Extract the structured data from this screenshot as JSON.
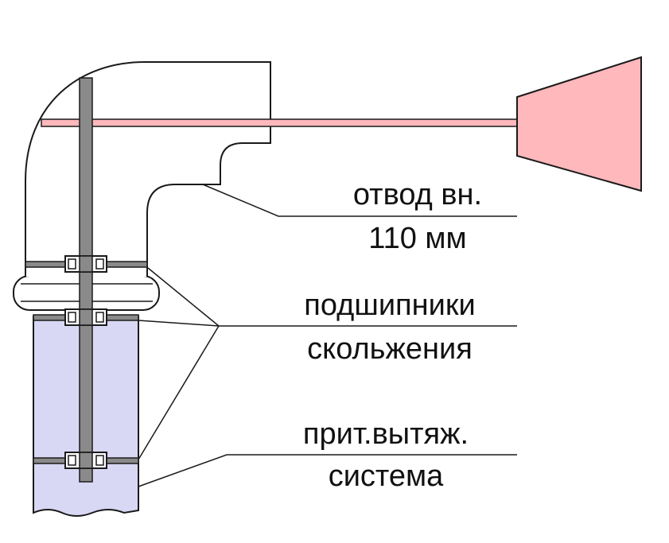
{
  "labels": {
    "elbow": {
      "line1": "отвод вн.",
      "line2": "110 мм"
    },
    "bearings": {
      "line1": "подшипники",
      "line2": "скольжения"
    },
    "system": {
      "line1": "прит.вытяж.",
      "line2": "система"
    }
  },
  "colors": {
    "pipe_fill": "#d8d8f4",
    "vane_fill": "#ffb8bc",
    "vane_rod": "#ffb8bc",
    "shaft": "#8a8a8a",
    "outline": "#1a1a1a",
    "background": "#ffffff"
  }
}
